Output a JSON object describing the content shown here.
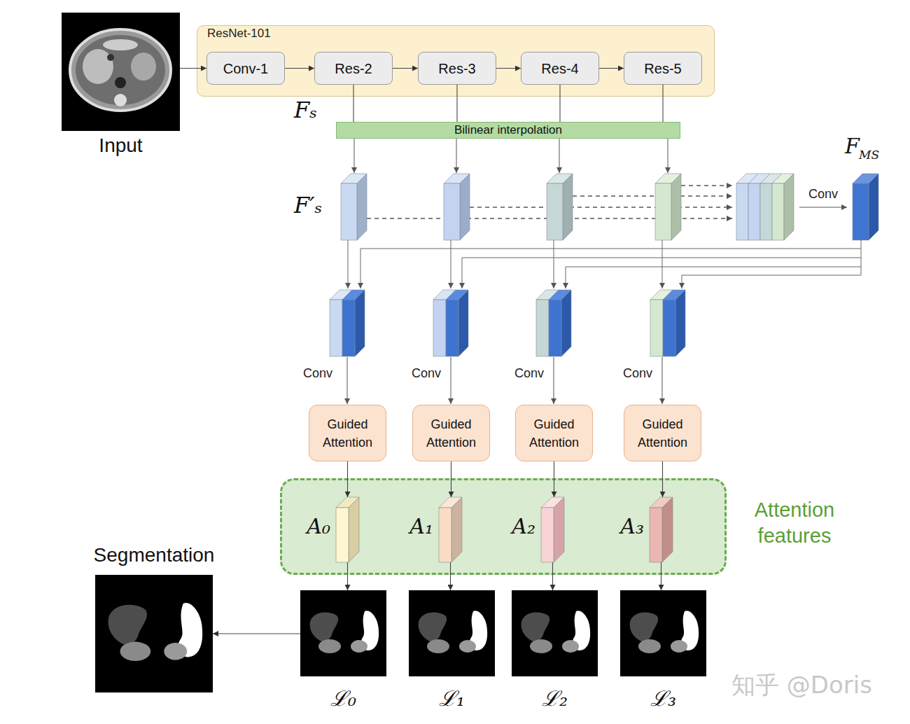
{
  "diagram": {
    "nodes": [
      {
        "text": [
          "Input"
        ]
      },
      {
        "text": [
          "ResNet-101"
        ]
      },
      {
        "text": [
          "Conv-1"
        ],
        "in": 1
      },
      {
        "text": [
          "Res-2"
        ],
        "in": 1
      },
      {
        "text": [
          "Res-3"
        ],
        "in": 1
      },
      {
        "text": [
          "Res-4"
        ],
        "in": 1
      },
      {
        "text": [
          "Res-5"
        ],
        "in": 1
      },
      {
        "text": [
          "Bilinear interpolation"
        ]
      },
      {
        "text": [
          "Guided Attention"
        ]
      },
      {
        "text": [
          "Guided Attention"
        ]
      },
      {
        "text": [
          "Guided Attention"
        ]
      },
      {
        "text": [
          "Guided Attention"
        ]
      },
      {
        "text": [
          "Attention features"
        ]
      },
      {
        "text": [
          "A₀"
        ],
        "in": 12
      },
      {
        "text": [
          "A₁"
        ],
        "in": 12
      },
      {
        "text": [
          "A₂"
        ],
        "in": 12
      },
      {
        "text": [
          "A₃"
        ],
        "in": 12
      },
      {
        "text": [
          "ℒ₀"
        ]
      },
      {
        "text": [
          "ℒ₁"
        ]
      },
      {
        "text": [
          "ℒ₂"
        ]
      },
      {
        "text": [
          "ℒ₃"
        ]
      },
      {
        "text": [
          "Segmentation"
        ]
      }
    ],
    "edges": [
      {
        "from": 0,
        "to": 2,
        "arrow": "to"
      },
      {
        "from": 2,
        "to": 3,
        "arrow": "to"
      },
      {
        "from": 3,
        "to": 4,
        "arrow": "to"
      },
      {
        "from": 4,
        "to": 5,
        "arrow": "to"
      },
      {
        "from": 5,
        "to": 6,
        "arrow": "to"
      },
      {
        "from": 3,
        "to": 7,
        "arrow": "none"
      },
      {
        "from": 4,
        "to": 7,
        "arrow": "none"
      },
      {
        "from": 5,
        "to": 7,
        "arrow": "none"
      },
      {
        "from": 6,
        "to": 7,
        "arrow": "none"
      },
      {
        "from": 8,
        "to": 13,
        "arrow": "to"
      },
      {
        "from": 9,
        "to": 14,
        "arrow": "to"
      },
      {
        "from": 10,
        "to": 15,
        "arrow": "to"
      },
      {
        "from": 11,
        "to": 16,
        "arrow": "to"
      },
      {
        "from": 13,
        "to": 17,
        "arrow": "to"
      },
      {
        "from": 14,
        "to": 18,
        "arrow": "to"
      },
      {
        "from": 15,
        "to": 19,
        "arrow": "to"
      },
      {
        "from": 16,
        "to": 20,
        "arrow": "to"
      },
      {
        "from": 17,
        "to": 21,
        "arrow": "to"
      }
    ],
    "labels": [
      "Fₛ",
      "F′ₛ",
      "F",
      "MS",
      "Conv",
      "Conv",
      "Conv",
      "Conv",
      "Conv",
      "知乎 @Doris"
    ]
  }
}
